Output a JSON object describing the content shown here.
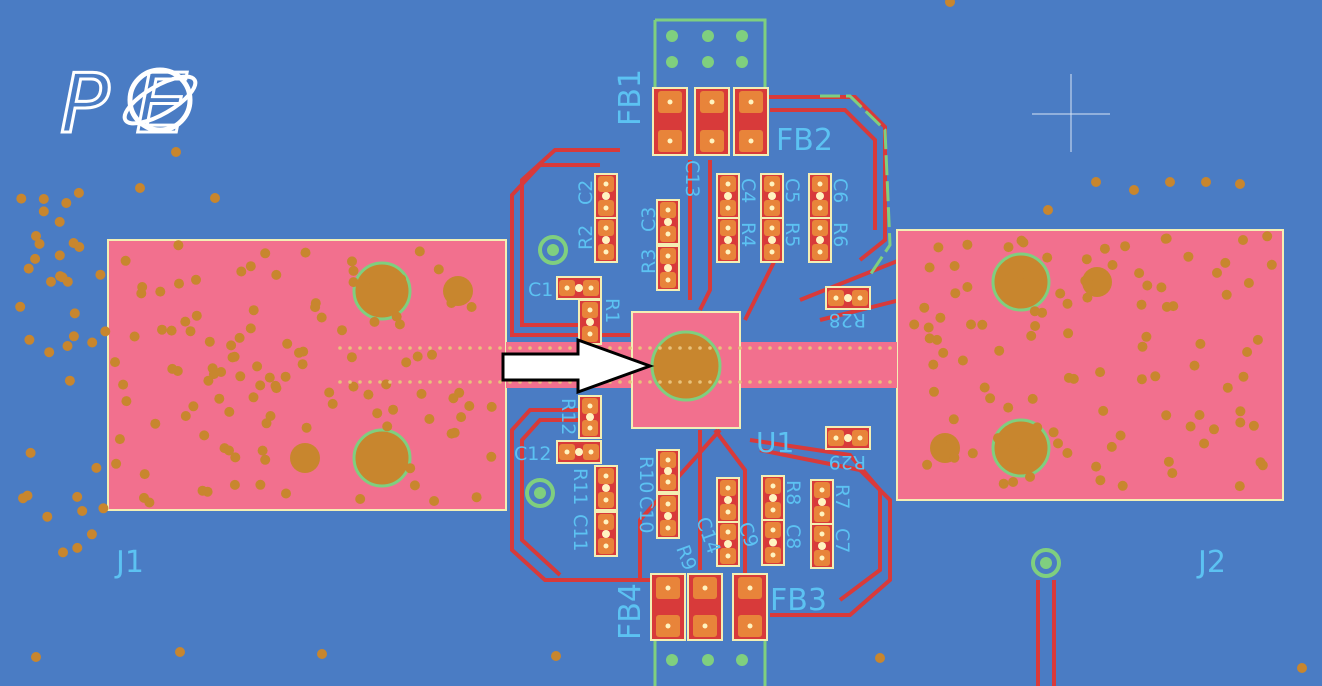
{
  "logo": {
    "text": "POE"
  },
  "connectors": {
    "j1": "J1",
    "j2": "J2"
  },
  "ferrites": {
    "fb1": "FB1",
    "fb2": "FB2",
    "fb3": "FB3",
    "fb4": "FB4"
  },
  "ic": {
    "u1": "U1"
  },
  "capacitors": {
    "c1": "C1",
    "c2": "C2",
    "c3": "C3",
    "c4": "C4",
    "c5": "C5",
    "c6": "C6",
    "c7": "C7",
    "c8": "C8",
    "c9": "C9",
    "c10": "C10",
    "c11": "C11",
    "c12": "C12",
    "c13": "C13",
    "c14": "C14"
  },
  "resistors": {
    "r1": "R1",
    "r2": "R2",
    "r3": "R3",
    "r4": "R4",
    "r5": "R5",
    "r6": "R6",
    "r7": "R7",
    "r8": "R8",
    "r9": "R9",
    "r10": "R10",
    "r11": "R11",
    "r12": "R12",
    "r28": "R28",
    "r29": "R29"
  },
  "colors": {
    "board": "#4a7cc4",
    "pad": "#e8843a",
    "trace": "#d83a3a",
    "copper_fill": "#f2708e",
    "silk": "#f3efb4",
    "via": "#c8862e",
    "label": "#5cc2f2",
    "green": "#7fcf7f"
  }
}
